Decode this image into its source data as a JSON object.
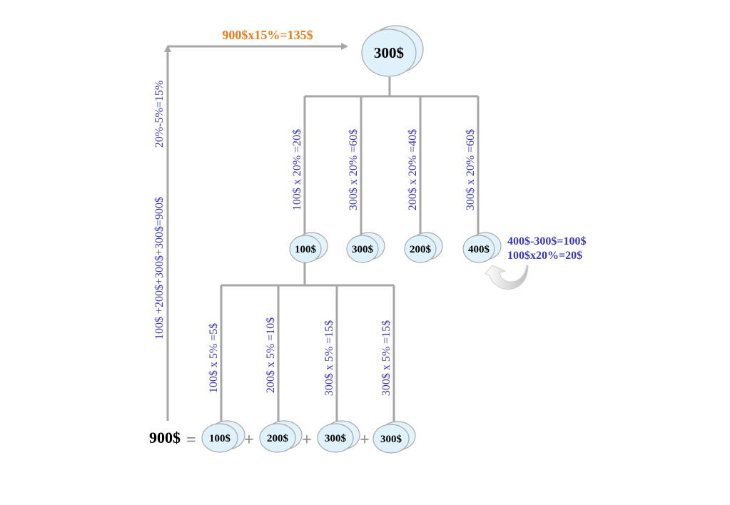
{
  "top_node": "300$",
  "top_calc": "900$x15%=135$",
  "left_rate": "20%-5%=15%",
  "left_sum": "100$ +200$+300$+300$=900$",
  "level2": {
    "nodes": [
      "100$",
      "300$",
      "200$",
      "400$"
    ],
    "calcs": [
      "100$ x 20% =20$",
      "300$ x 20% =60$",
      "200$ x 20% =40$",
      "300$ x 20% =60$"
    ]
  },
  "level3": {
    "nodes": [
      "100$",
      "200$",
      "300$",
      "300$"
    ],
    "calcs": [
      "100$ x 5% =5$",
      "200$ x 5% =10$",
      "300$ x 5% =15$",
      "300$ x 5% =15$"
    ]
  },
  "bottom_total": "900$",
  "equals_sign": "=",
  "plus_sign": "+",
  "note": {
    "line1": "400$-300$=100$",
    "line2": "100$x20%=20$"
  },
  "colors": {
    "line": "#a6a6a6",
    "node_fill": "#dff1fa",
    "calc_text": "#3a37b8",
    "top_calc_text": "#ef7b1a"
  }
}
